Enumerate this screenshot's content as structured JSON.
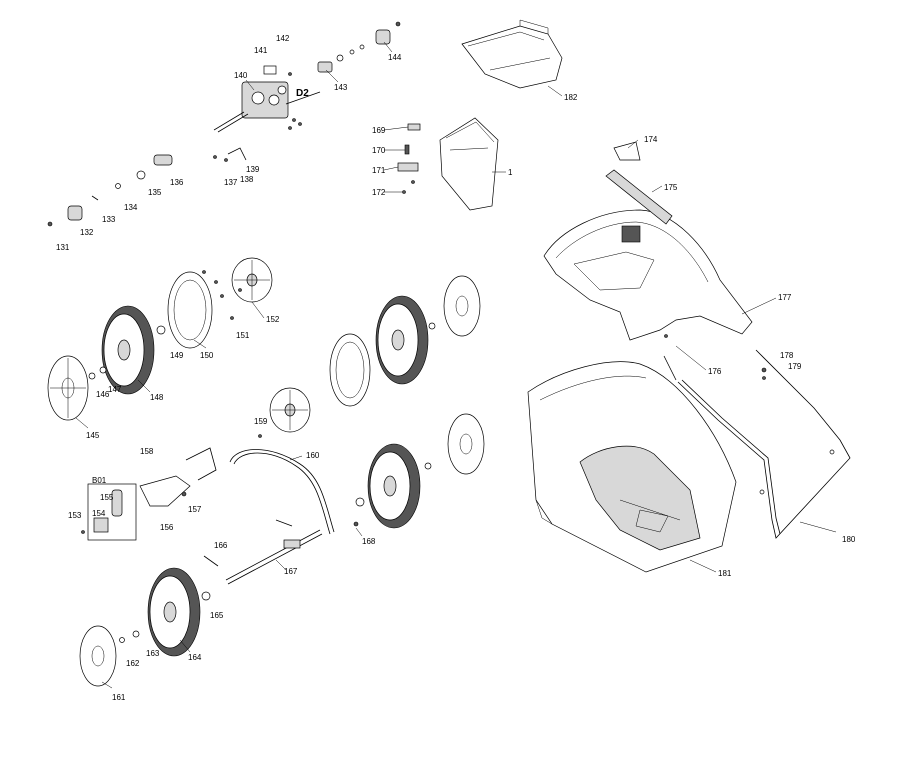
{
  "callouts": {
    "p1": "1",
    "p131": "131",
    "p132": "132",
    "p133": "133",
    "p134": "134",
    "p135": "135",
    "p136": "136",
    "p137": "137",
    "p138": "138",
    "p139": "139",
    "p140": "140",
    "p141": "141",
    "p142": "142",
    "p143": "143",
    "p144": "144",
    "p145": "145",
    "p146": "146",
    "p147": "147",
    "p148": "148",
    "p149": "149",
    "p150": "150",
    "p151": "151",
    "p152": "152",
    "p153": "153",
    "p154": "154",
    "p155": "155",
    "p156": "156",
    "p157": "157",
    "p158": "158",
    "p159": "159",
    "p160": "160",
    "p161": "161",
    "p162": "162",
    "p163": "163",
    "p164": "164",
    "p165": "165",
    "p166": "166",
    "p167": "167",
    "p168": "168",
    "p169": "169",
    "p170": "170",
    "p171": "171",
    "p172": "172",
    "p174": "174",
    "p175": "175",
    "p176": "176",
    "p177": "177",
    "p178": "178",
    "p179": "179",
    "p180": "180",
    "p181": "181",
    "p182": "182"
  },
  "kit_label": "B01",
  "gearbox_mark": "D2"
}
